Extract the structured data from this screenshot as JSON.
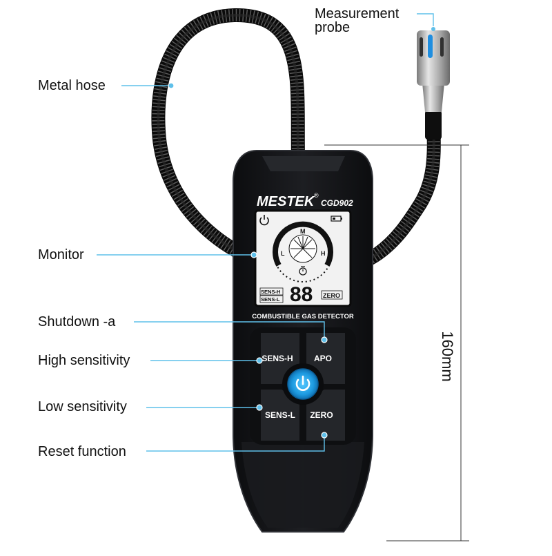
{
  "device": {
    "brand": "MESTEK",
    "brand_mark": "®",
    "model": "CGD902",
    "product_name": "COMBUSTIBLE GAS DETECTOR",
    "lcd": {
      "dial_letters": {
        "low": "L",
        "mid": "M",
        "high": "H"
      },
      "digits": "88",
      "sens_high": "SENS-H",
      "sens_low": "SENS-L",
      "zero": "ZERO"
    },
    "buttons": {
      "sens_h": "SENS-H",
      "apo": "APO",
      "sens_l": "SENS-L",
      "zero": "ZERO"
    },
    "icons": [
      "power-icon",
      "battery-icon",
      "timer-icon",
      "power-button-icon"
    ]
  },
  "callouts": {
    "measurement_probe": [
      "Measurement",
      "probe"
    ],
    "metal_hose": "Metal hose",
    "monitor": "Monitor",
    "shutdown": "Shutdown -a",
    "high_sensitivity": "High sensitivity",
    "low_sensitivity": "Low sensitivity",
    "reset_function": "Reset function"
  },
  "dimension": {
    "height_label": "160mm"
  },
  "colors": {
    "leader_line": "#5fc0ea",
    "power_button": "#29a8e8",
    "device_body": "#16171a",
    "lcd_background": "#f2f2f2"
  }
}
